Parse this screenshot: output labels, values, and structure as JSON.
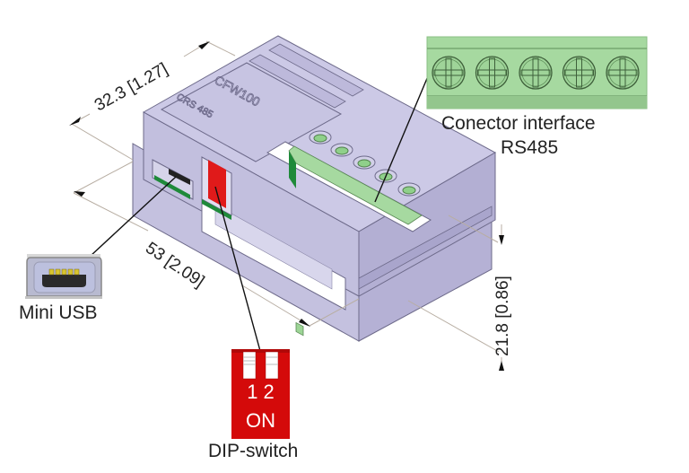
{
  "diagram": {
    "subject": "RS485 communication module (isometric view with dimensions)",
    "body_marking": [
      "CFW100",
      "CRS 485"
    ],
    "dimensions": {
      "depth": "32.3 [1.27]",
      "length": "53 [2.09]",
      "height": "21.8 [0.86]"
    },
    "callouts": {
      "connector": {
        "line1": "Conector interface",
        "line2": "RS485",
        "screw_terminals": 5
      },
      "usb": {
        "label": "Mini USB",
        "pins": 5
      },
      "dip": {
        "label": "DIP-switch",
        "numbers": "1 2",
        "on_label": "ON",
        "switch_count": 2
      }
    },
    "colors": {
      "housing": "#c9c6e3",
      "housing_dark": "#a9a5cc",
      "connector_green": "#a6d9a0",
      "dip_red": "#d40a0a",
      "pcb_green": "#1f8a3a",
      "leader": "#111111",
      "dim_line": "#b8aea3"
    }
  }
}
